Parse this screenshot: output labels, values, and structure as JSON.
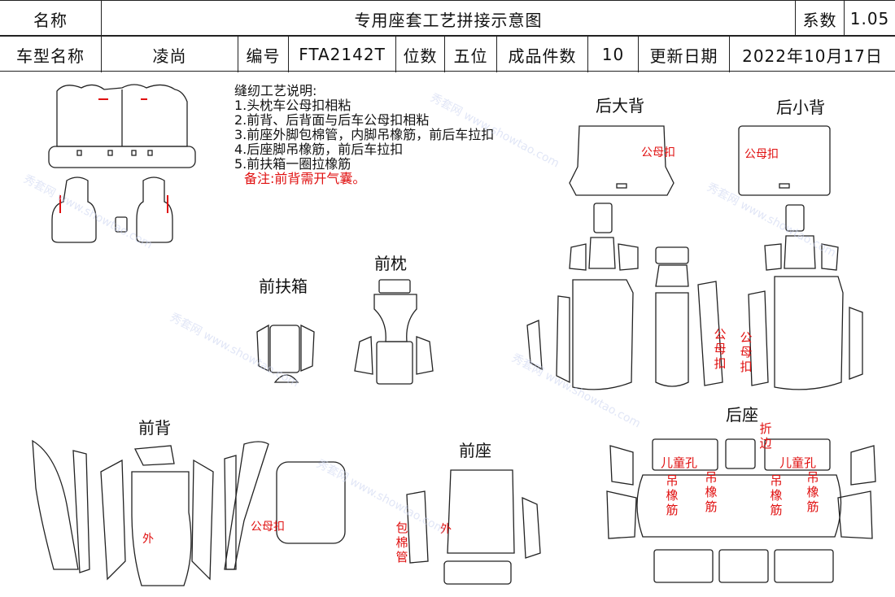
{
  "header": {
    "name_label": "名称",
    "title": "专用座套工艺拼接示意图",
    "coef_label": "系数",
    "coef_value": "1.05",
    "model_label": "车型名称",
    "model_value": "凌尚",
    "code_label": "编号",
    "code_value": "FTA2142T",
    "seats_label": "位数",
    "seats_value": "五位",
    "pieces_label": "成品件数",
    "pieces_value": "10",
    "date_label": "更新日期",
    "date_value": "2022年10月17日"
  },
  "notes": {
    "heading": "缝纫工艺说明:",
    "items": [
      "1.头枕车公母扣相粘",
      "2.前背、后背面与后车公母扣相粘",
      "3.前座外脚包棉管，内脚吊橡筋，前后车拉扣",
      "4.后座脚吊橡筋，前后车拉扣",
      "5.前扶箱一圈拉橡筋"
    ],
    "remark": "备注:前背需开气囊。"
  },
  "sections": {
    "rear_big_back": "后大背",
    "rear_small_back": "后小背",
    "front_armrest": "前扶箱",
    "front_headrest": "前枕",
    "front_back": "前背",
    "front_seat": "前座",
    "rear_seat": "后座"
  },
  "annotations": {
    "snap": "公母扣",
    "outer": "外",
    "cotton_tube": "包棉管",
    "child_hole": "儿童孔",
    "elastic": "吊橡筋",
    "fold_edge": "折边"
  },
  "watermark": {
    "text": "秀套网 www.showtao.com"
  }
}
